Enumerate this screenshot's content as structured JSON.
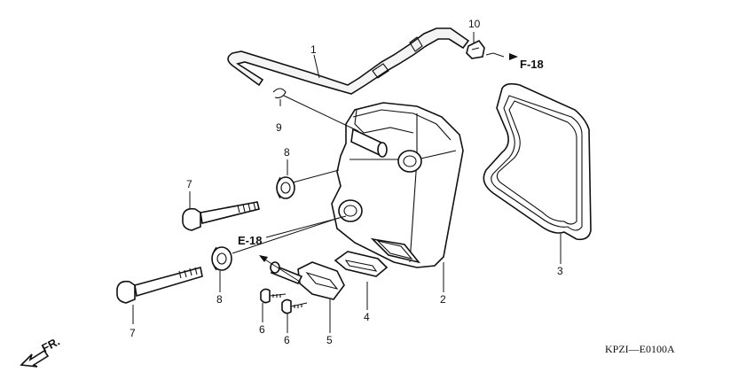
{
  "diagram": {
    "callouts": [
      {
        "id": "c1",
        "label": "1"
      },
      {
        "id": "c2",
        "label": "2"
      },
      {
        "id": "c3",
        "label": "3"
      },
      {
        "id": "c4",
        "label": "4"
      },
      {
        "id": "c5",
        "label": "5"
      },
      {
        "id": "c6a",
        "label": "6"
      },
      {
        "id": "c6b",
        "label": "6"
      },
      {
        "id": "c7a",
        "label": "7"
      },
      {
        "id": "c7b",
        "label": "7"
      },
      {
        "id": "c8a",
        "label": "8"
      },
      {
        "id": "c8b",
        "label": "8"
      },
      {
        "id": "c9",
        "label": "9"
      },
      {
        "id": "c10",
        "label": "10"
      }
    ],
    "refs": {
      "f18": "F-18",
      "e18": "E-18"
    },
    "direction": "FR.",
    "code": "KPZI—E0100A"
  }
}
